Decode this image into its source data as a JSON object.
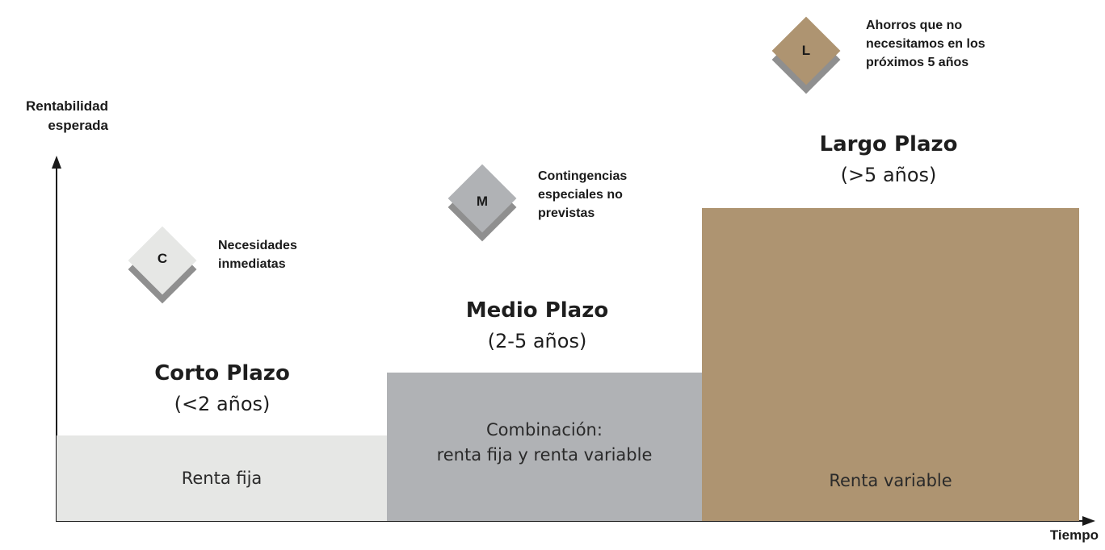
{
  "axes": {
    "y_label": "Rentabilidad\nesperada",
    "x_label": "Tiempo"
  },
  "horizons": [
    {
      "letter": "C",
      "title": "Corto Plazo",
      "range": "(<2 años)",
      "block_label": "Renta fija",
      "note": "Necesidades\ninmediatas",
      "color": "#e6e7e5"
    },
    {
      "letter": "M",
      "title": "Medio Plazo",
      "range": "(2-5 años)",
      "block_label": "Combinación:\nrenta fija y renta variable",
      "note": "Contingencias\nespeciales no\nprevistas",
      "color": "#b0b2b5"
    },
    {
      "letter": "L",
      "title": "Largo Plazo",
      "range": "(>5 años)",
      "block_label": "Renta variable",
      "note": "Ahorros que no\nnecesitamos en los\npróximos 5 años",
      "color": "#ae9471"
    }
  ],
  "colors": {
    "axis": "#1a1a1a",
    "shadow": "#8f8f8f"
  }
}
